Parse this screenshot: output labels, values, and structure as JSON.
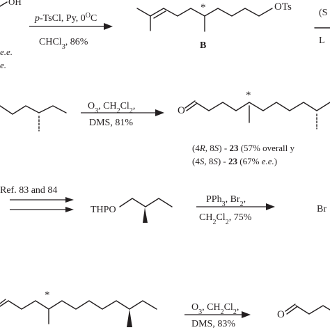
{
  "row1": {
    "partial_top": "OH",
    "partial_ee_1": "e.e.",
    "partial_ee_2": "e.",
    "reagents_above": [
      "p",
      "-TsCl, Py, 0",
      "O",
      "C"
    ],
    "reagents_below": [
      "CHCl",
      "3",
      ", 86%"
    ],
    "product_label": "OTs",
    "stereo_mark": "*",
    "compound_label": "B",
    "right_partial_1": "(S",
    "right_partial_2": "L"
  },
  "row2": {
    "reagents_above": [
      "O",
      "3",
      ", CH",
      "2",
      "Cl",
      "2",
      ","
    ],
    "reagents_below": "DMS, 81%",
    "product_atom": "O",
    "stereo_mark": "*",
    "iso_line_1": {
      "open": "(4",
      "r1": "R",
      "mid": ", 8",
      "r2": "S",
      "close": ") - ",
      "num": "23",
      "note": " (57% overall y"
    },
    "iso_line_2": {
      "open": "(4",
      "r1": "S",
      "mid": ", 8",
      "r2": "S",
      "close": ") - ",
      "num": "23",
      "note": " (67% ",
      "ee": "e.e.",
      "end": ")"
    }
  },
  "row3": {
    "ref_label": "Ref. 83 and 84",
    "thp_label": "THPO",
    "reagents_above": [
      "PPh",
      "3",
      ", Br",
      "2",
      ","
    ],
    "reagents_below": [
      "CH",
      "2",
      "Cl",
      "2",
      ", 75%"
    ],
    "product_partial": "Br"
  },
  "row4": {
    "stereo_mark": "*",
    "reagents_above": [
      "O",
      "3",
      ", CH",
      "2",
      "Cl",
      "2",
      ","
    ],
    "reagents_below": "DMS, 83%",
    "product_atom": "O"
  }
}
